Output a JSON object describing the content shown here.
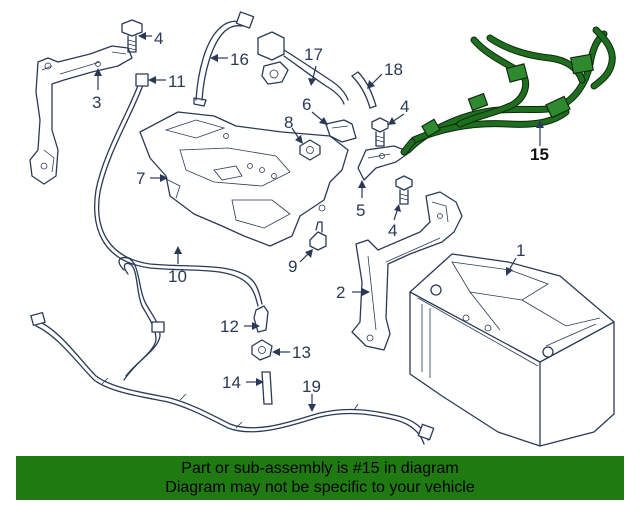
{
  "callouts": {
    "c1": "1",
    "c2": "2",
    "c3": "3",
    "c4a": "4",
    "c4b": "4",
    "c4c": "4",
    "c5": "5",
    "c6": "6",
    "c7": "7",
    "c8": "8",
    "c9": "9",
    "c10": "10",
    "c11": "11",
    "c12": "12",
    "c13": "13",
    "c14": "14",
    "c15": "15",
    "c16": "16",
    "c17": "17",
    "c18": "18",
    "c19": "19"
  },
  "banner": {
    "line1": "Part or sub-assembly is #15 in diagram",
    "line2": "Diagram may not be specific to your vehicle"
  },
  "colors": {
    "banner_bg": "#1f7a12",
    "highlight": "#1f6e1f",
    "line_art": "#2a3a56"
  }
}
